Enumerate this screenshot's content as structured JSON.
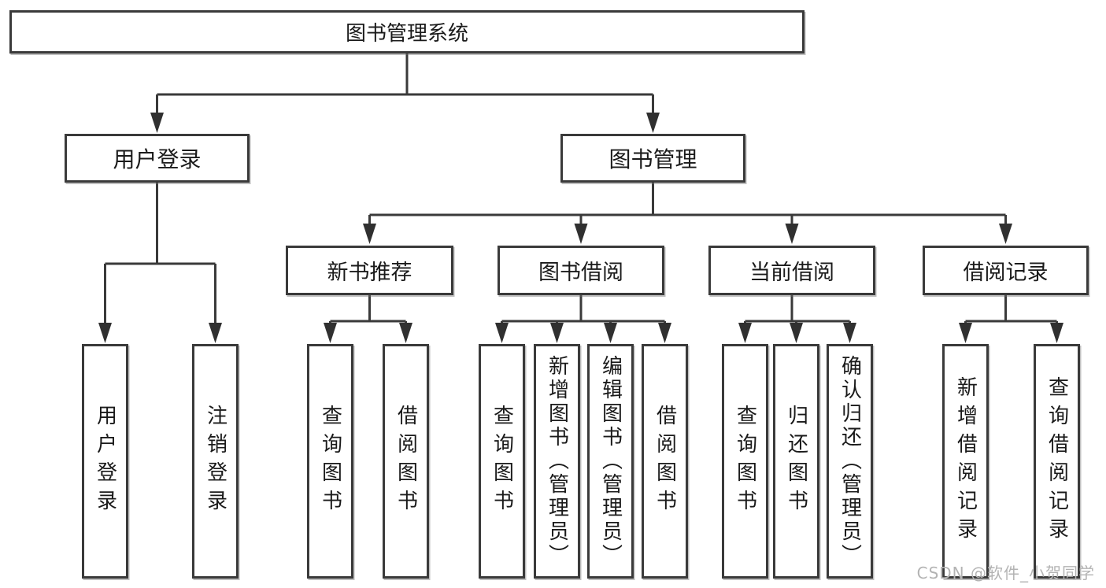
{
  "diagram": {
    "root": "图书管理系统",
    "branches": {
      "user": {
        "label": "用户登录",
        "leaves": [
          "用户登录",
          "注销登录"
        ]
      },
      "manage": {
        "label": "图书管理"
      }
    },
    "groups": {
      "recommend": {
        "label": "新书推荐",
        "leaves": [
          "查询图书",
          "借阅图书"
        ]
      },
      "borrow": {
        "label": "图书借阅",
        "leaves": [
          "查询图书",
          "新增图书（管理员）",
          "编辑图书（管理员）",
          "借阅图书"
        ]
      },
      "current": {
        "label": "当前借阅",
        "leaves": [
          "查询图书",
          "归还图书",
          "确认归还（管理员）"
        ]
      },
      "records": {
        "label": "借阅记录",
        "leaves": [
          "新增借阅记录",
          "查询借阅记录"
        ]
      }
    }
  },
  "watermark": "CSDN @软件_小贺同学",
  "colors": {
    "line": "#3a3a3a",
    "arrow": "#303030",
    "box_border": "#3a3a3a",
    "text": "#1a1a1a",
    "watermark": "#b3b3b3",
    "background": "#ffffff"
  }
}
